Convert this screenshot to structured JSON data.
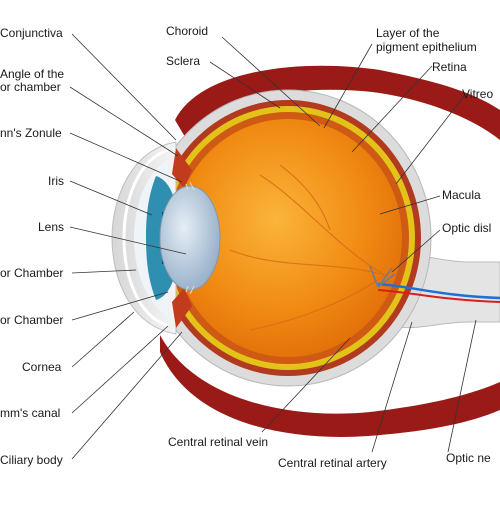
{
  "colors": {
    "muscle": "#9a1a17",
    "sclera": "#dcdcdc",
    "choroid": "#b23a1f",
    "pigment": "#e3c21a",
    "retina": "#f7941d",
    "vitreous": "#f08a12",
    "iris": "#2f8fb0",
    "lens": "#b9cde0",
    "vein": "#1f6fd6",
    "artery": "#d81e1e",
    "leader": "#333333"
  },
  "labels": {
    "conjunctiva": "Conjunctiva",
    "angle_line1": "Angle of the",
    "angle_line2": "or chamber",
    "zonule": "nn's Zonule",
    "iris": "Iris",
    "lens": "Lens",
    "anterior_chamber": "or Chamber",
    "posterior_chamber": "or Chamber",
    "cornea": "Cornea",
    "schlemm": "mm's canal",
    "ciliary": "Ciliary body",
    "choroid": "Choroid",
    "sclera": "Sclera",
    "pigment_line1": "Layer of the",
    "pigment_line2": "pigment epithelium",
    "retina": "Retina",
    "vitreous": "Vitreo",
    "macula": "Macula",
    "optic_disc": "Optic disl",
    "central_vein": "Central retinal vein",
    "central_artery": "Central retinal artery",
    "optic_nerve": "Optic ne"
  }
}
